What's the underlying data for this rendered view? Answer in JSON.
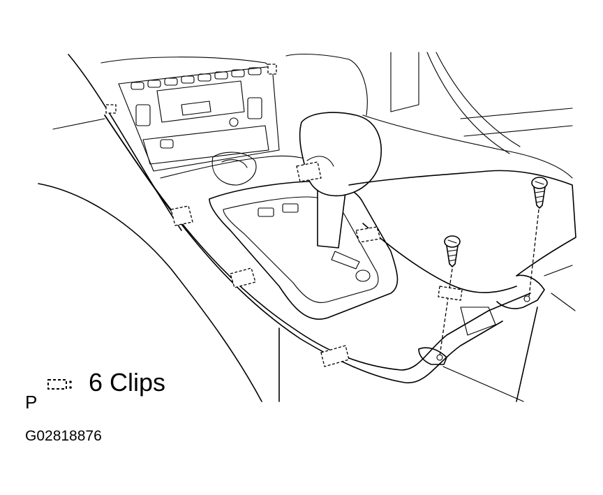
{
  "diagram": {
    "legend": {
      "symbol": "dashed-clip-symbol",
      "label": "6 Clips"
    },
    "corner_letter": "P",
    "figure_id": "G02818876"
  }
}
